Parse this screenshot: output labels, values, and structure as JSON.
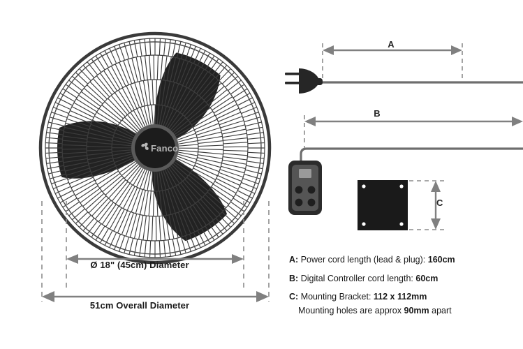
{
  "product": {
    "brand": "Fanco",
    "hub_logo_icon": "fan-pinwheel-icon"
  },
  "fan_dimensions": {
    "inner_diameter_label": "Ø 18\" (45cm) Diameter",
    "overall_diameter_label": "51cm Overall Diameter"
  },
  "callouts": {
    "a": "A",
    "b": "B",
    "c": "C"
  },
  "legend": {
    "items": [
      {
        "key": "A:",
        "text": "Power cord length (lead & plug):",
        "value": "160cm",
        "sub_prefix": "",
        "sub_value": "",
        "sub_suffix": ""
      },
      {
        "key": "B:",
        "text": "Digital Controller cord length:",
        "value": "60cm",
        "sub_prefix": "",
        "sub_value": "",
        "sub_suffix": ""
      },
      {
        "key": "C:",
        "text": "Mounting Bracket:",
        "value": "112 x 112mm",
        "sub_prefix": "Mounting holes are approx",
        "sub_value": "90mm",
        "sub_suffix": "apart"
      }
    ]
  },
  "colors": {
    "background": "#ffffff",
    "blade_dark": "#222222",
    "grille_line": "#3d3d3d",
    "rim_dark": "#3a3a3a",
    "hub_ring": "#5a5a5a",
    "hub_face": "#1c1c1c",
    "dimension_gray": "#808080",
    "dashed_gray": "#8c8c8c",
    "cord_gray": "#6e6e6e",
    "plug_black": "#262626",
    "controller_shell": "#2b2b2b",
    "controller_face": "#555555",
    "controller_screen": "#9a9a9a",
    "controller_button": "#1f1f1f",
    "bracket_fill": "#1a1a1a",
    "bracket_hole": "#ffffff",
    "text": "#1a1a1a"
  }
}
